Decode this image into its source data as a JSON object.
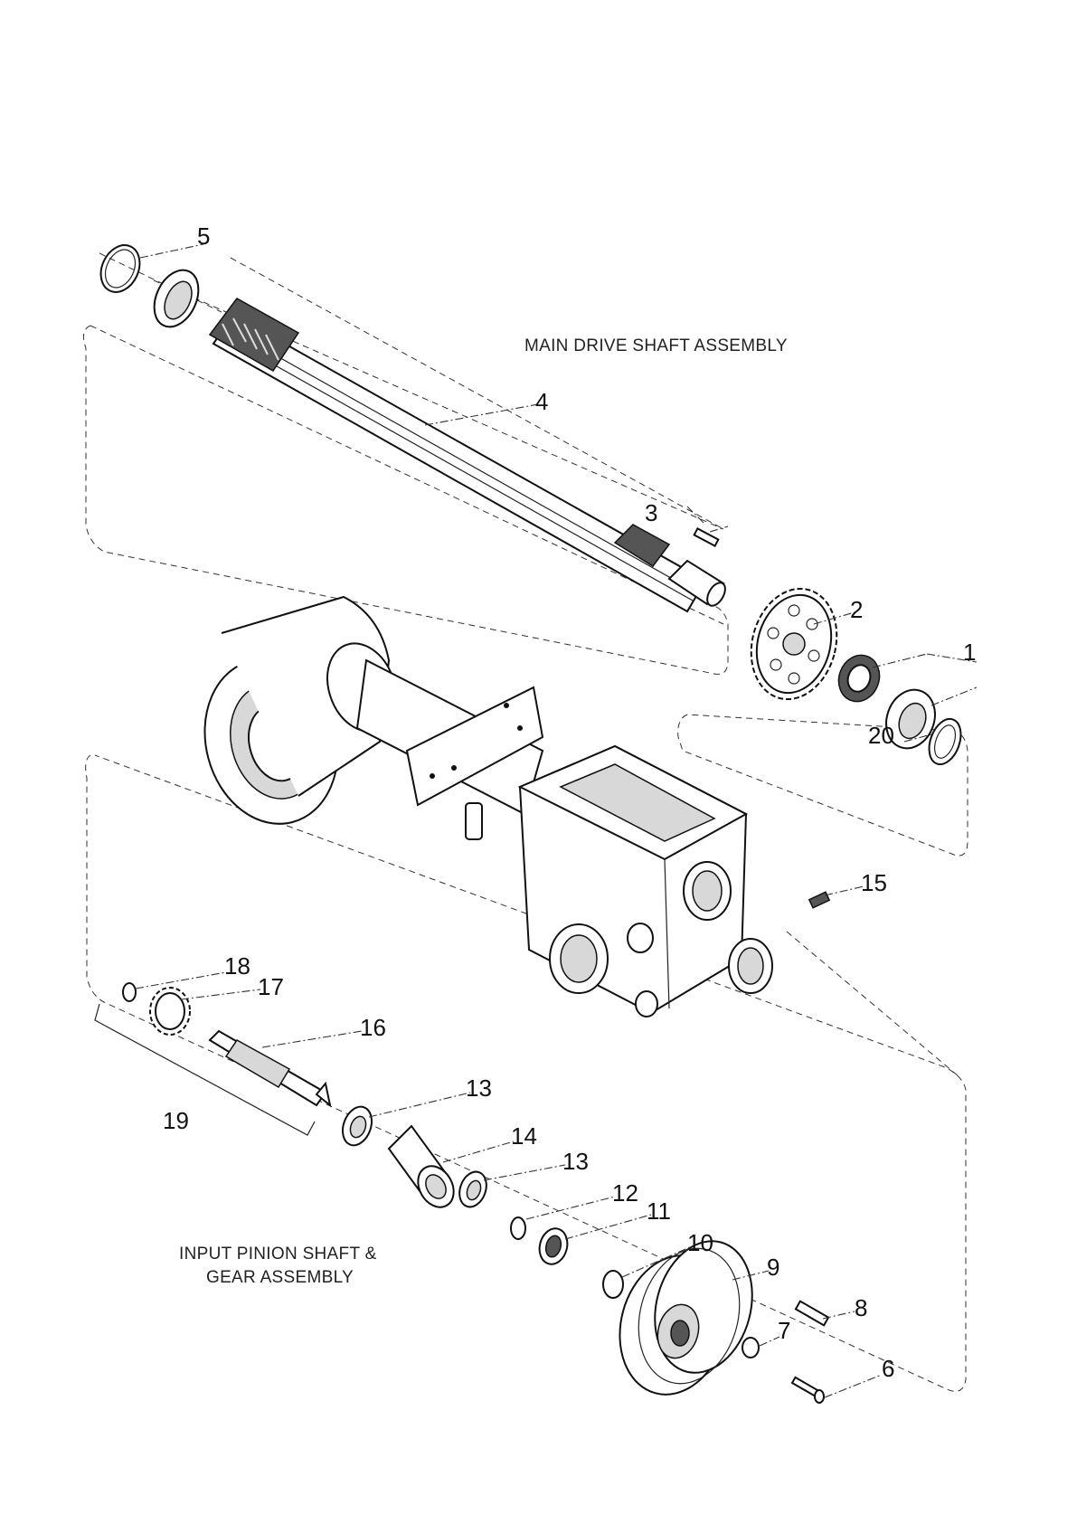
{
  "captions": {
    "main_drive": "MAIN DRIVE SHAFT ASSEMBLY",
    "input_pinion_line1": "INPUT PINION SHAFT &",
    "input_pinion_line2": "GEAR ASSEMBLY"
  },
  "callouts": {
    "c1": "1",
    "c2": "2",
    "c3": "3",
    "c4": "4",
    "c5": "5",
    "c6": "6",
    "c7": "7",
    "c8": "8",
    "c9": "9",
    "c10": "10",
    "c11": "11",
    "c12": "12",
    "c13a": "13",
    "c13b": "13",
    "c14": "14",
    "c15": "15",
    "c16": "16",
    "c17": "17",
    "c18": "18",
    "c19": "19",
    "c20": "20"
  },
  "parts": {
    "p1": "bearing-set",
    "p2": "gear",
    "p3": "pin",
    "p4": "main-drive-shaft",
    "p5": "retaining-ring",
    "p6": "screw",
    "p7": "washer",
    "p8": "key",
    "p9": "pulley",
    "p10": "washer",
    "p11": "bearing",
    "p12": "snap-ring",
    "p13": "thrust-washer",
    "p14": "bushing",
    "p15": "set-screw",
    "p16": "input-pinion-shaft",
    "p17": "pinion-gear",
    "p18": "snap-ring",
    "p20": "retaining-ring",
    "housing": "gear-housing"
  }
}
